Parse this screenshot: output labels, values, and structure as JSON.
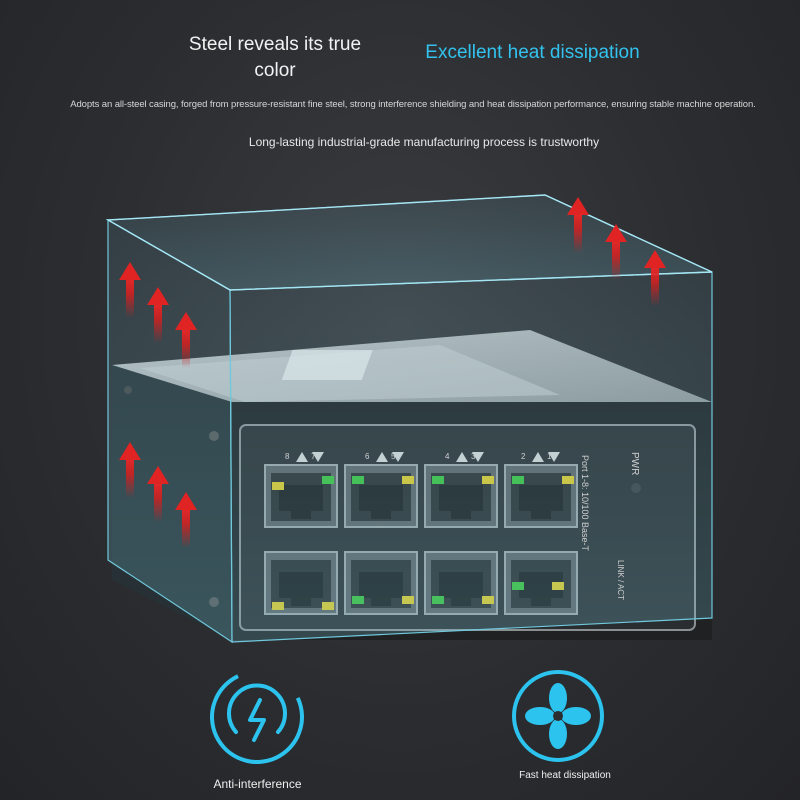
{
  "headline": {
    "steel": "Steel reveals its true color",
    "heat": "Excellent heat dissipation"
  },
  "description": "Adopts an all-steel casing, forged from pressure-resistant fine steel, strong interference shielding and heat dissipation performance, ensuring stable machine operation.",
  "tagline": "Long-lasting industrial-grade manufacturing process is trustworthy",
  "device": {
    "pwr_label": "PWR",
    "port_info": "Port 1-8: 10/100 Base-T",
    "link_label": "LINK / ACT",
    "port_numbers": [
      "8",
      "7",
      "6",
      "5",
      "4",
      "3",
      "2",
      "1"
    ]
  },
  "features": [
    {
      "label": "Anti-interference",
      "icon": "lightning-shield-icon"
    },
    {
      "label": "Fast heat dissipation",
      "icon": "fan-icon"
    }
  ],
  "colors": {
    "accent": "#2cc3ee",
    "arrow": "#d81e1e",
    "background": "#2b2d31"
  }
}
